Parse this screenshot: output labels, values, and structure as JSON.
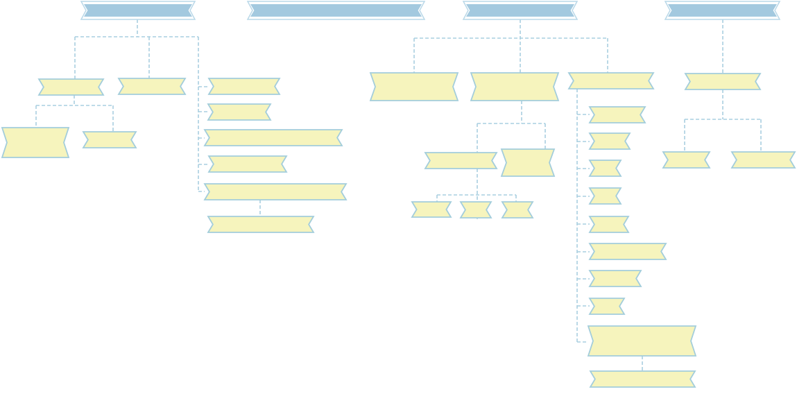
{
  "diagram": {
    "type": "mind-map",
    "title": "",
    "colors": {
      "root_fill": "#a3c9df",
      "node_fill": "#f6f4bd",
      "node_outline": "#a3cddb",
      "connector": "#a9cfe0"
    },
    "nodes": [
      {
        "id": "r1",
        "kind": "root",
        "label": ""
      },
      {
        "id": "r2",
        "kind": "root",
        "label": ""
      },
      {
        "id": "r3",
        "kind": "root",
        "label": ""
      },
      {
        "id": "r4",
        "kind": "root",
        "label": ""
      },
      {
        "id": "a1",
        "kind": "topic",
        "label": ""
      },
      {
        "id": "a2",
        "kind": "topic",
        "label": ""
      },
      {
        "id": "a11",
        "kind": "topic",
        "label": ""
      },
      {
        "id": "a12",
        "kind": "topic",
        "label": ""
      },
      {
        "id": "b1",
        "kind": "topic",
        "label": ""
      },
      {
        "id": "b2",
        "kind": "topic",
        "label": ""
      },
      {
        "id": "b3",
        "kind": "topic",
        "label": ""
      },
      {
        "id": "b4",
        "kind": "topic",
        "label": ""
      },
      {
        "id": "b5",
        "kind": "topic",
        "label": ""
      },
      {
        "id": "b51",
        "kind": "topic",
        "label": ""
      },
      {
        "id": "c1",
        "kind": "topic",
        "label": ""
      },
      {
        "id": "c2",
        "kind": "topic",
        "label": ""
      },
      {
        "id": "c3",
        "kind": "topic",
        "label": ""
      },
      {
        "id": "c21",
        "kind": "topic",
        "label": ""
      },
      {
        "id": "c22",
        "kind": "topic",
        "label": ""
      },
      {
        "id": "c211",
        "kind": "topic",
        "label": ""
      },
      {
        "id": "c212",
        "kind": "topic",
        "label": ""
      },
      {
        "id": "c213",
        "kind": "topic",
        "label": ""
      },
      {
        "id": "c31",
        "kind": "topic",
        "label": ""
      },
      {
        "id": "c32",
        "kind": "topic",
        "label": ""
      },
      {
        "id": "c33",
        "kind": "topic",
        "label": ""
      },
      {
        "id": "c34",
        "kind": "topic",
        "label": ""
      },
      {
        "id": "c35",
        "kind": "topic",
        "label": ""
      },
      {
        "id": "c36",
        "kind": "topic",
        "label": ""
      },
      {
        "id": "c37",
        "kind": "topic",
        "label": ""
      },
      {
        "id": "c38",
        "kind": "topic",
        "label": ""
      },
      {
        "id": "c39",
        "kind": "topic",
        "label": ""
      },
      {
        "id": "c391",
        "kind": "topic",
        "label": ""
      },
      {
        "id": "d1",
        "kind": "topic",
        "label": ""
      },
      {
        "id": "d11",
        "kind": "topic",
        "label": ""
      },
      {
        "id": "d12",
        "kind": "topic",
        "label": ""
      }
    ],
    "edges": [
      [
        "r1",
        "a1"
      ],
      [
        "r1",
        "a2"
      ],
      [
        "a1",
        "a11"
      ],
      [
        "a1",
        "a12"
      ],
      [
        "r1",
        "b1"
      ],
      [
        "r1",
        "b2"
      ],
      [
        "r1",
        "b3"
      ],
      [
        "r1",
        "b4"
      ],
      [
        "r1",
        "b5"
      ],
      [
        "b5",
        "b51"
      ],
      [
        "r3",
        "c1"
      ],
      [
        "r3",
        "c2"
      ],
      [
        "r3",
        "c3"
      ],
      [
        "c2",
        "c21"
      ],
      [
        "c2",
        "c22"
      ],
      [
        "c21",
        "c211"
      ],
      [
        "c21",
        "c212"
      ],
      [
        "c21",
        "c213"
      ],
      [
        "c3",
        "c31"
      ],
      [
        "c3",
        "c32"
      ],
      [
        "c3",
        "c33"
      ],
      [
        "c3",
        "c34"
      ],
      [
        "c3",
        "c35"
      ],
      [
        "c3",
        "c36"
      ],
      [
        "c3",
        "c37"
      ],
      [
        "c3",
        "c38"
      ],
      [
        "c3",
        "c39"
      ],
      [
        "c39",
        "c391"
      ],
      [
        "r4",
        "d1"
      ],
      [
        "d1",
        "d11"
      ],
      [
        "d1",
        "d12"
      ]
    ]
  }
}
